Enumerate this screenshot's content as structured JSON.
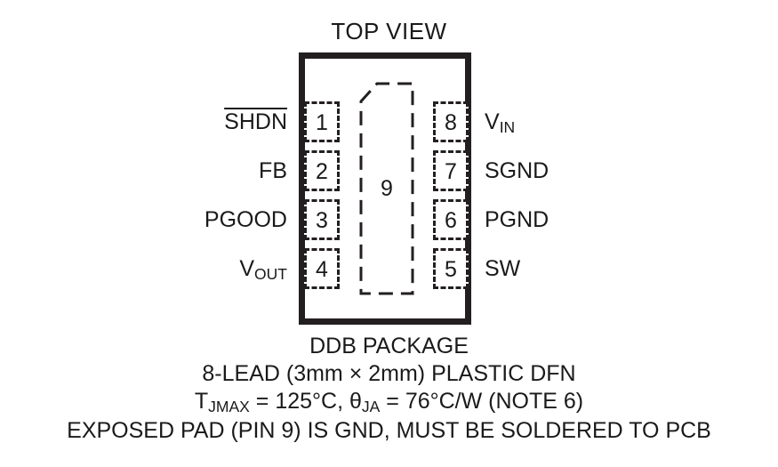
{
  "diagram": {
    "title": "TOP VIEW",
    "exposed_pad": {
      "number": "9",
      "shape": "chamfered-rectangle"
    },
    "pins_left": [
      {
        "number": "1",
        "label": "SHDN",
        "overline": true
      },
      {
        "number": "2",
        "label": "FB",
        "overline": false
      },
      {
        "number": "3",
        "label": "PGOOD",
        "overline": false
      },
      {
        "number": "4",
        "label_main": "V",
        "label_sub": "OUT",
        "overline": false
      }
    ],
    "pins_right": [
      {
        "number": "8",
        "label_main": "V",
        "label_sub": "IN"
      },
      {
        "number": "7",
        "label": "SGND"
      },
      {
        "number": "6",
        "label": "PGND"
      },
      {
        "number": "5",
        "label": "SW"
      }
    ],
    "caption": {
      "line1": "DDB PACKAGE",
      "line2": "8-LEAD (3mm × 2mm) PLASTIC DFN",
      "line3": {
        "t_symbol": "T",
        "t_sub": "JMAX",
        "t_value": " = 125°C, ",
        "theta_symbol": "θ",
        "theta_sub": "JA",
        "theta_value": " = 76°C/W (NOTE 6)"
      },
      "line4": "EXPOSED PAD (PIN 9) IS GND, MUST BE SOLDERED TO PCB"
    }
  },
  "colors": {
    "ink": "#231f20",
    "background": "#ffffff"
  }
}
